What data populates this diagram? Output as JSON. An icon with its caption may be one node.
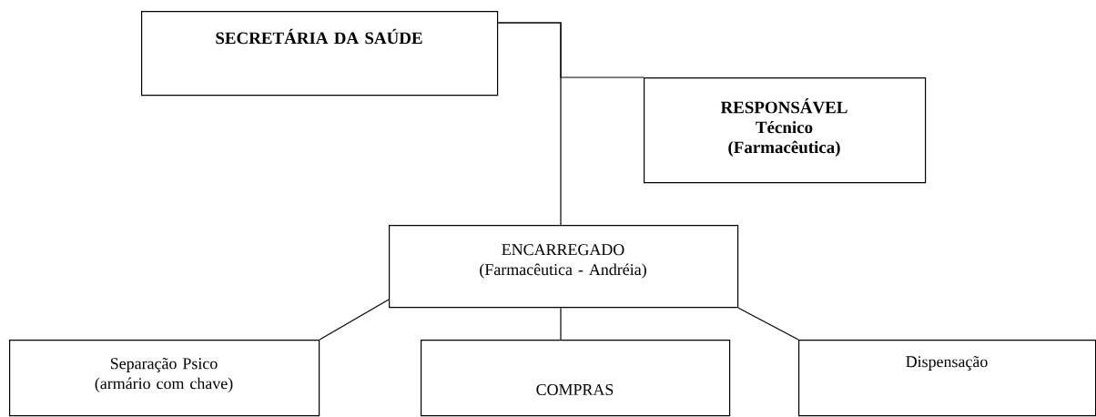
{
  "diagram": {
    "nodes": [
      {
        "text": [
          "SECRETÁRIA DA SAÚDE"
        ]
      },
      {
        "text": [
          "RESPONSÁVEL Técnico (Farmacêutica)"
        ]
      },
      {
        "text": [
          "ENCARREGADO (Farmacêutica - Andréia)"
        ]
      },
      {
        "text": [
          "Separação Psico (armário com chave)"
        ]
      },
      {
        "text": [
          "COMPRAS"
        ]
      },
      {
        "text": [
          "Dispensação"
        ]
      }
    ],
    "edges": [
      {
        "from": 0,
        "to": 2,
        "arrow": "none"
      },
      {
        "from": 0,
        "to": 1,
        "arrow": "none"
      },
      {
        "from": 2,
        "to": 3,
        "arrow": "none"
      },
      {
        "from": 2,
        "to": 4,
        "arrow": "none"
      },
      {
        "from": 2,
        "to": 5,
        "arrow": "none"
      }
    ]
  }
}
